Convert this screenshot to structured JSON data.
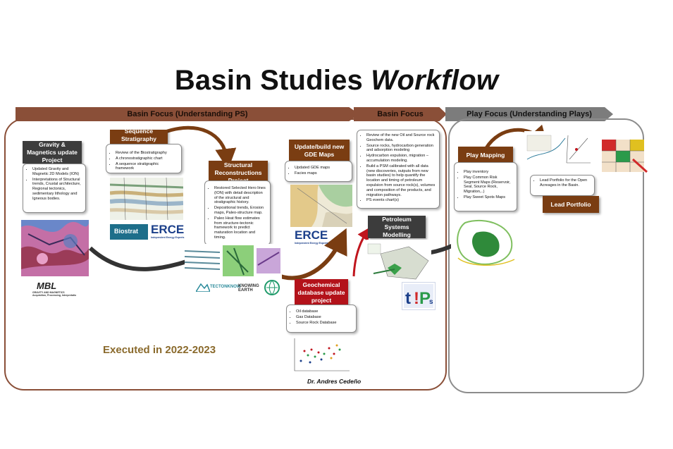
{
  "title": {
    "main": "Basin Studies",
    "italic": "Workflow"
  },
  "bands": {
    "basin": "Basin Focus (Understanding PS)",
    "basin_short": "Basin Focus",
    "play": "Play Focus (Understanding Plays)"
  },
  "gravity": {
    "header": "Gravity & Magnetics update Project",
    "bullets": [
      "Updated Gravity and Magnetic 2D Models (ION)",
      "Interpretations of Structural trends, Crustal architecture, Regional tectonics, sedimentary lithology and Igneous bodies."
    ]
  },
  "sequence": {
    "header": "Sequence Stratigraphy Project",
    "bullets": [
      "Review of the Biostratigraphy",
      "A chronostratigraphic chart",
      "A sequence stratigraphic framework"
    ]
  },
  "structural": {
    "header": "Structural Reconstructions Project",
    "bullets": [
      "Restored Selected Hero lines (ION) with detail description of the structural and stratigraphic history.",
      "Depositional trends, Erosion maps, Paleo-structure map.",
      "Paleo Heat flow estimates from structure-tectonic framework to predict maturation location and timing."
    ]
  },
  "gde": {
    "header": "Update/build new GDE Maps",
    "bullets": [
      "Updated GDE maps",
      "Facies maps"
    ]
  },
  "review": {
    "bullets": [
      "Review of the new Oil and Source rock Geochem data.",
      "Source rocks, hydrocarbon generation and adsorption modeling",
      "Hydrocarbon expulsion, migration – accumulation modeling.",
      "Build a PSM calibrated with all data (new discoveries, outputs from new basin studies) to help quantify the location and timing of petroleum expulsion from source rock(s), volumes and composition of the products, and migration pathways.",
      "PS events chart(s)"
    ]
  },
  "psm": {
    "header": "Petroleum Systems Modelling"
  },
  "geochem": {
    "header": "Geochemical database update project",
    "bullets": [
      "Oil database",
      "Gas Database",
      "Source Rock Database"
    ]
  },
  "play_mapping": {
    "header": "Play Mapping",
    "bullets": [
      "Play inventory",
      "Play Common Risk Segment Maps (Reservoir, Seal, Source Rock, Migration,..)",
      "Play Sweet Spots Maps"
    ]
  },
  "lead": {
    "bullets": [
      "Lead Portfolio for the Open Acreages in the Basin."
    ],
    "header": "Lead Portfolio"
  },
  "logos": {
    "mbl": "MBL",
    "mbl_sub": "GRAVITY AND MAGNETICS\nAcquisition, Processing, Interpretation",
    "biostrat": "Biostrat",
    "erce": "ERCE",
    "erce_sub": "Independent Energy Experts",
    "tectonknow": "TECTONKNOW",
    "knowing_earth": "KNOWING EARTH",
    "tips": "t!P s"
  },
  "footer": {
    "executed": "Executed in 2022-2023",
    "author": "Dr. Andres Cedeño"
  },
  "colors": {
    "brown": "#8a4f38",
    "header_brown": "#7a3d12",
    "header_dark": "#3c3c3c",
    "red": "#b3121a",
    "grey": "#7c7c7c"
  }
}
